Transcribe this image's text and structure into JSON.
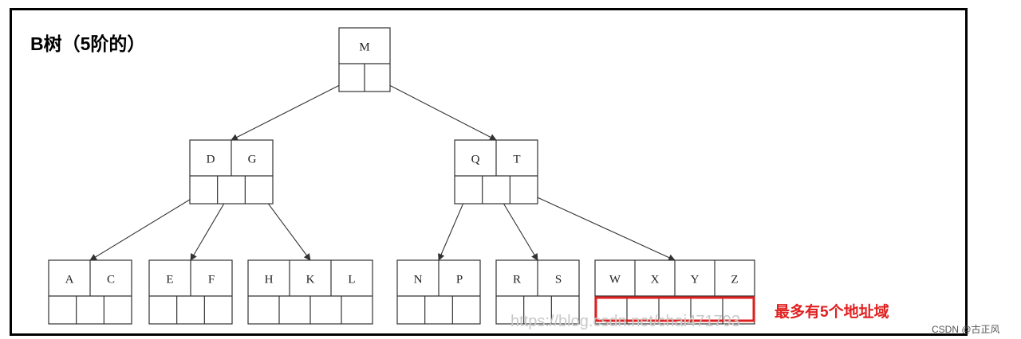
{
  "title": "B树（5阶的）",
  "annotation": "最多有5个地址域",
  "watermark": "https://blog.csdn.net/chai471793",
  "credit": "CSDN @古正风",
  "colors": {
    "highlight": "#e02020",
    "line": "#333333",
    "text": "#222222"
  },
  "nodes": [
    {
      "id": "root",
      "keys": [
        "M"
      ],
      "pointers": 2
    },
    {
      "id": "dg",
      "keys": [
        "D",
        "G"
      ],
      "pointers": 3
    },
    {
      "id": "qt",
      "keys": [
        "Q",
        "T"
      ],
      "pointers": 3
    },
    {
      "id": "ac",
      "keys": [
        "A",
        "C"
      ],
      "pointers": 3
    },
    {
      "id": "ef",
      "keys": [
        "E",
        "F"
      ],
      "pointers": 3
    },
    {
      "id": "hkl",
      "keys": [
        "H",
        "K",
        "L"
      ],
      "pointers": 4
    },
    {
      "id": "np",
      "keys": [
        "N",
        "P"
      ],
      "pointers": 3
    },
    {
      "id": "rs",
      "keys": [
        "R",
        "S"
      ],
      "pointers": 3
    },
    {
      "id": "wxyz",
      "keys": [
        "W",
        "X",
        "Y",
        "Z"
      ],
      "pointers": 5
    }
  ],
  "edges": [
    {
      "from": "root",
      "pointer": 0,
      "to": "dg"
    },
    {
      "from": "root",
      "pointer": 1,
      "to": "qt"
    },
    {
      "from": "dg",
      "pointer": 0,
      "to": "ac"
    },
    {
      "from": "dg",
      "pointer": 1,
      "to": "ef"
    },
    {
      "from": "dg",
      "pointer": 2,
      "to": "hkl"
    },
    {
      "from": "qt",
      "pointer": 0,
      "to": "np"
    },
    {
      "from": "qt",
      "pointer": 1,
      "to": "rs"
    },
    {
      "from": "qt",
      "pointer": 2,
      "to": "wxyz"
    }
  ],
  "highlighted_node": "wxyz"
}
